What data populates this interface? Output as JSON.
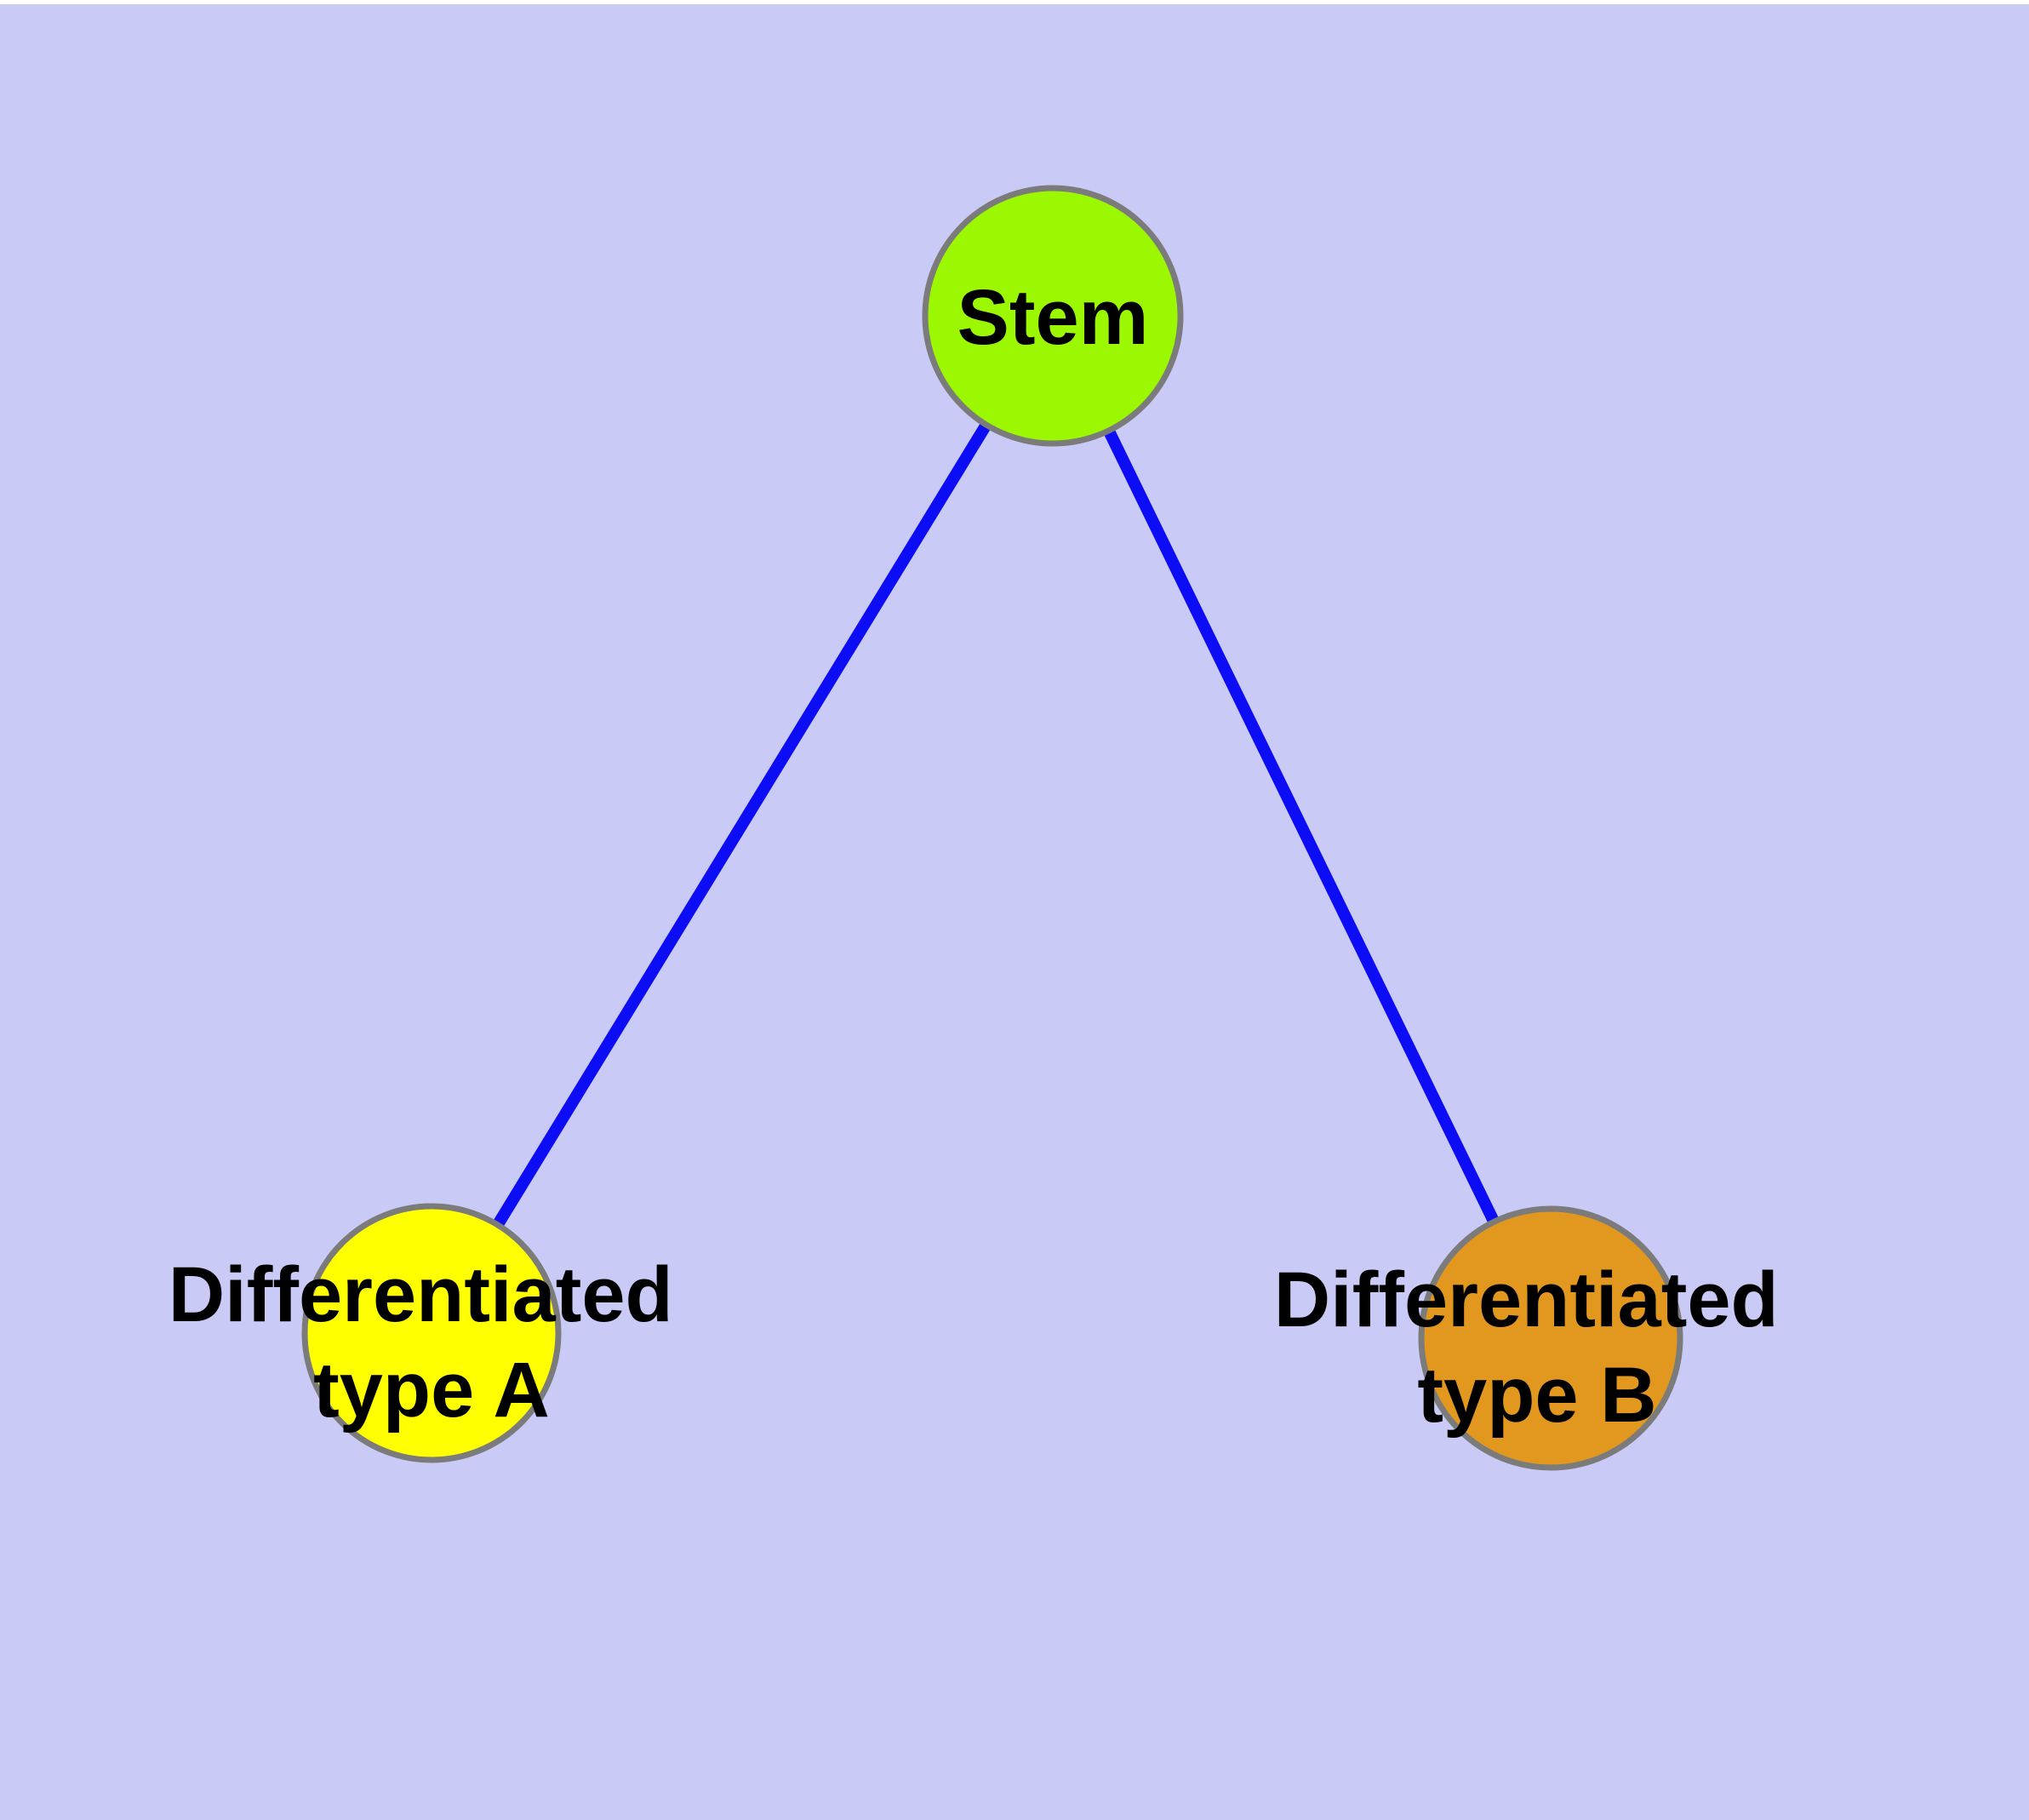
{
  "diagram": {
    "background_color": "#CACAF6",
    "top_margin_color": "#FFFFFF",
    "edge_color": "#0D0DF5",
    "node_border_color": "#7B7B7B",
    "nodes": [
      {
        "id": "stem",
        "label": "Stem",
        "label_line1": "Stem",
        "label_line2": "",
        "fill": "#9BF800"
      },
      {
        "id": "differentiated-type-a",
        "label": "Differentiated type A",
        "label_line1": "Differentiated",
        "label_line2": "type A",
        "fill": "#FFFF00"
      },
      {
        "id": "differentiated-type-b",
        "label": "Differentiated type B",
        "label_line1": "Differentiated",
        "label_line2": "type B",
        "fill": "#E2981E"
      }
    ],
    "edges": [
      {
        "from": "Stem",
        "to": "Differentiated type A"
      },
      {
        "from": "Stem",
        "to": "Differentiated type B"
      }
    ]
  }
}
